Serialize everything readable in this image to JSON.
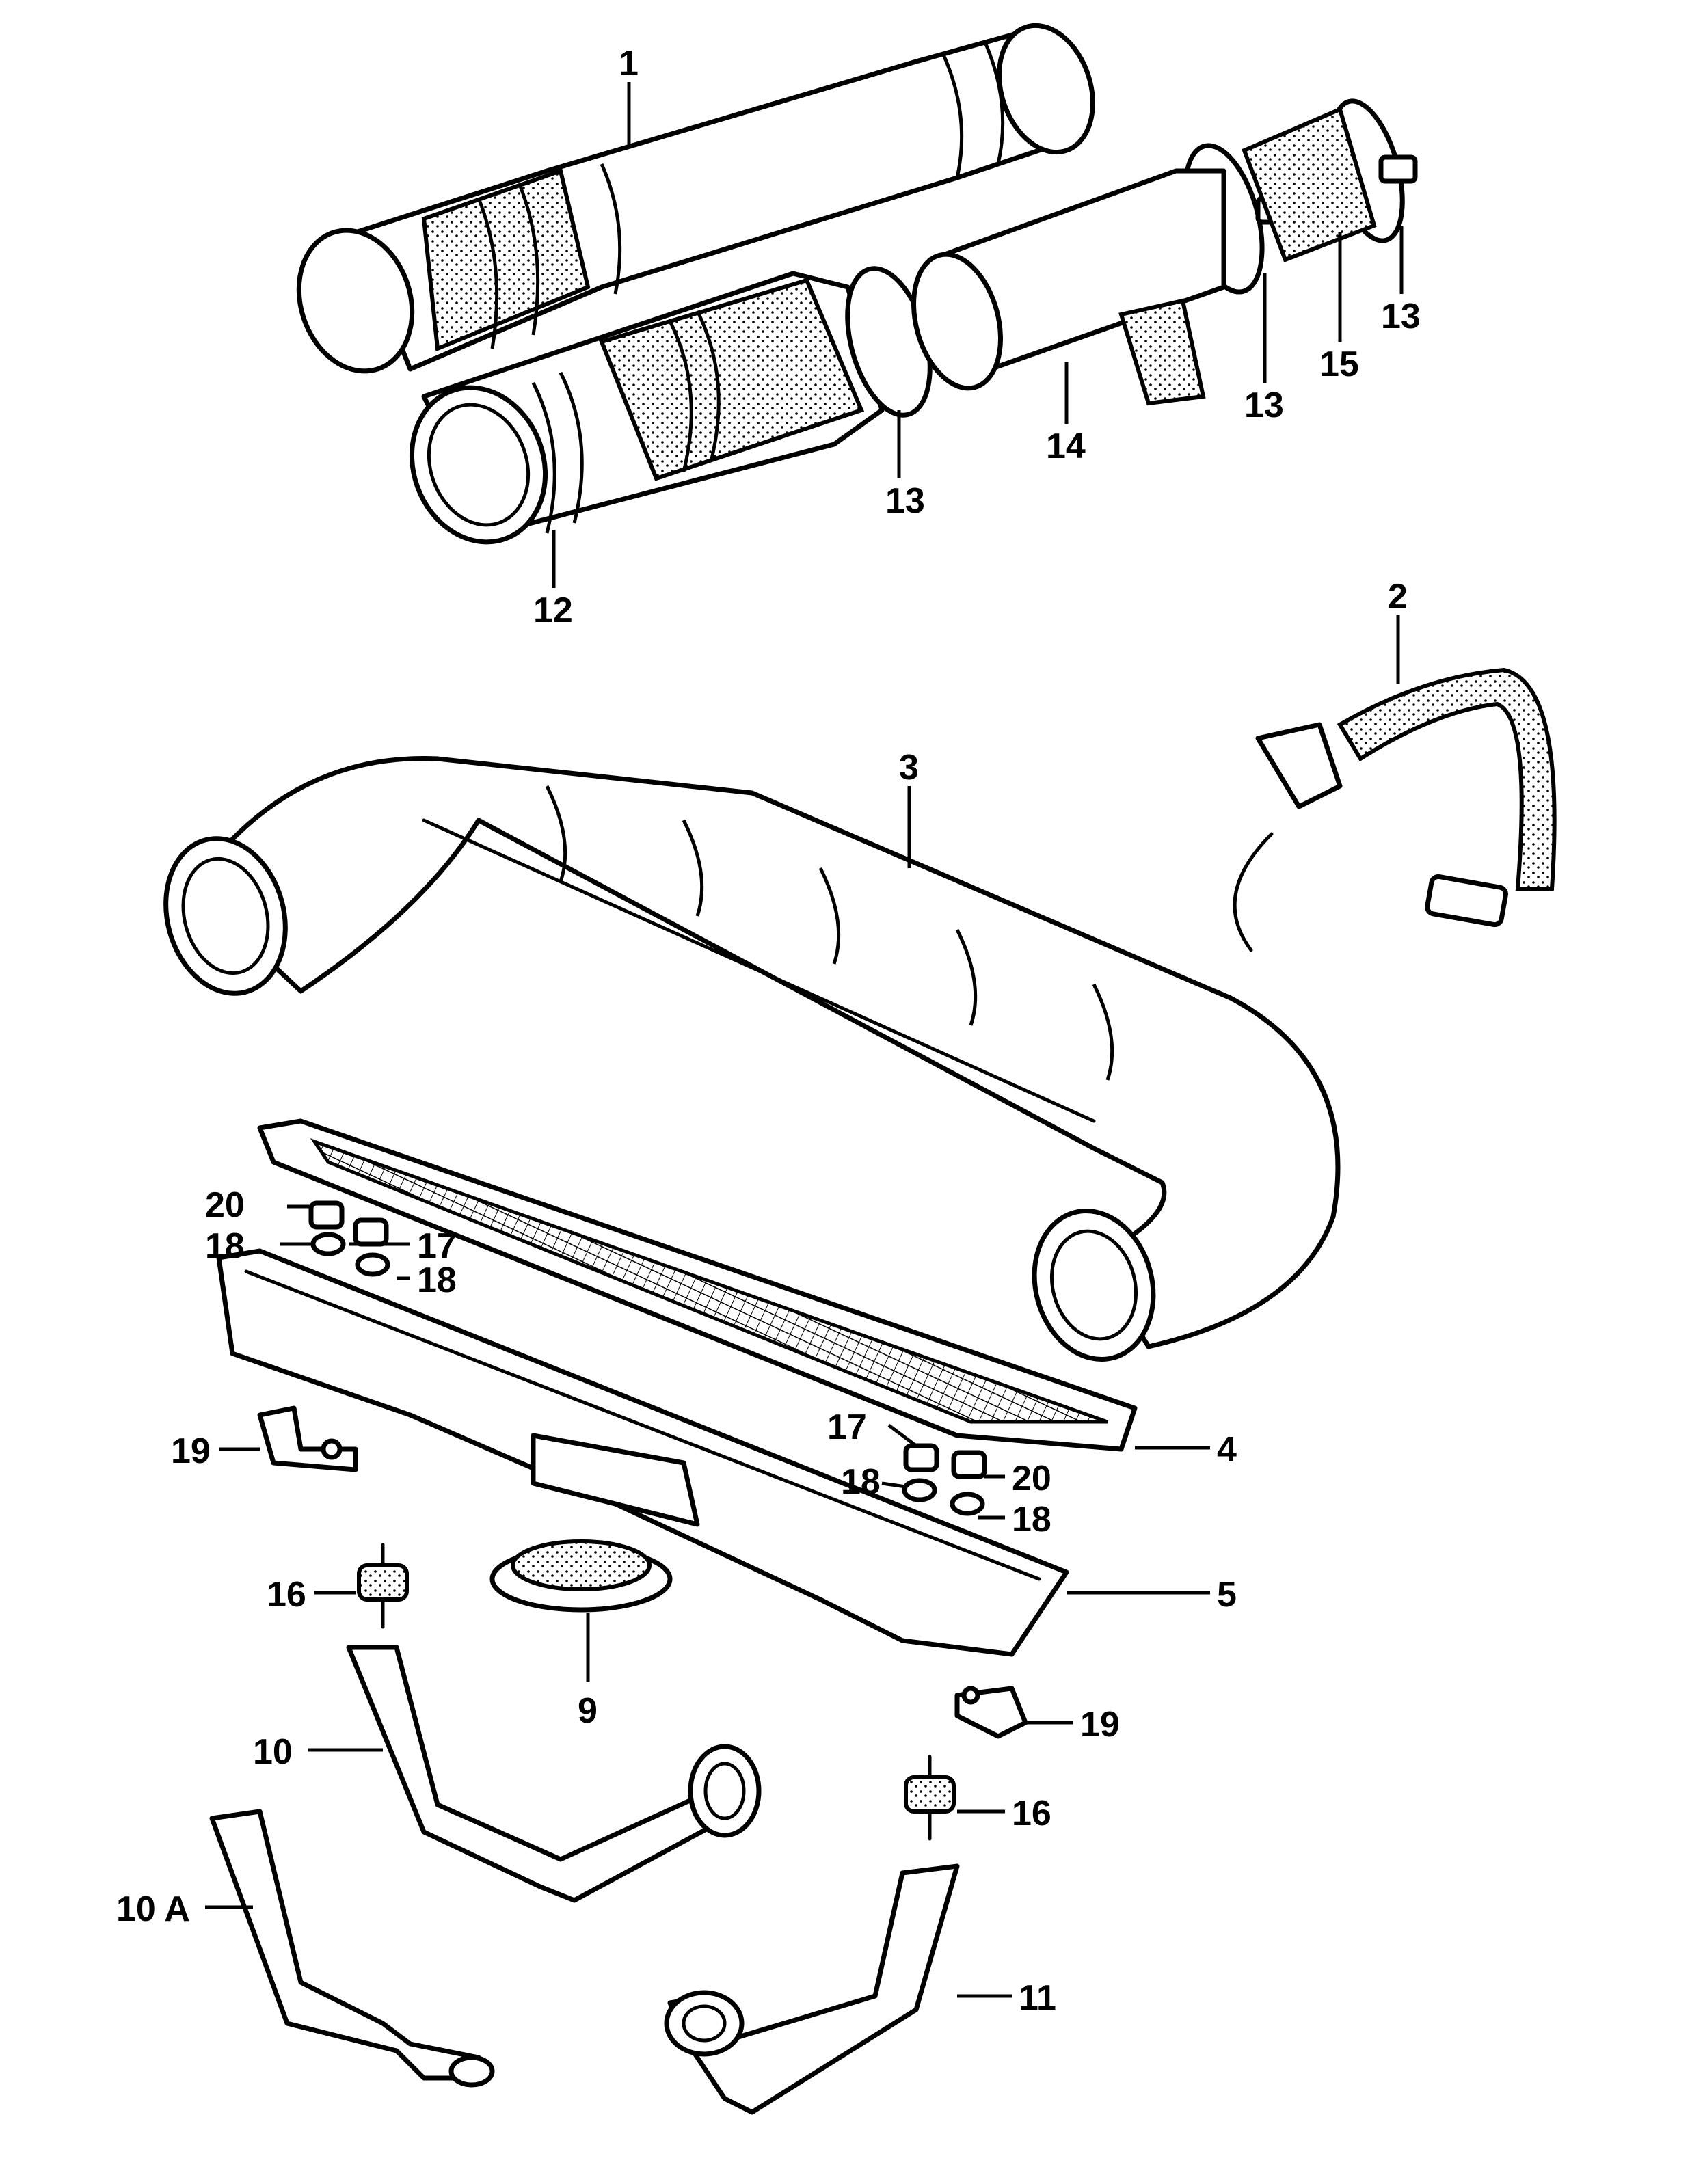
{
  "callouts": {
    "c1": "1",
    "c2": "2",
    "c3": "3",
    "c4": "4",
    "c5": "5",
    "c9": "9",
    "c10": "10",
    "c10a": "10 A",
    "c11": "11",
    "c12": "12",
    "c13a": "13",
    "c13b": "13",
    "c13c": "13",
    "c14": "14",
    "c15": "15",
    "c16a": "16",
    "c16b": "16",
    "c17a": "17",
    "c17b": "17",
    "c18a": "18",
    "c18b": "18",
    "c18c": "18",
    "c18d": "18",
    "c19a": "19",
    "c19b": "19",
    "c20a": "20",
    "c20b": "20"
  }
}
